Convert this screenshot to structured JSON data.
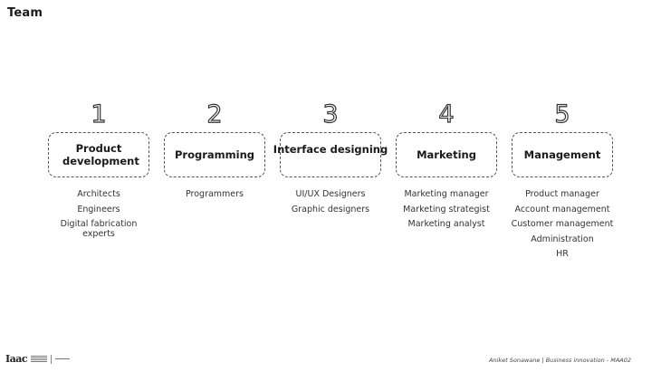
{
  "slide": {
    "title": "Team",
    "columns": [
      {
        "number": "1",
        "heading": "Product development",
        "members": [
          "Architects",
          "Engineers",
          "Digital fabrication experts"
        ]
      },
      {
        "number": "2",
        "heading": "Programming",
        "members": [
          "Programmers"
        ]
      },
      {
        "number": "3",
        "heading": "Interface designing",
        "members": [
          "UI/UX Designers",
          "Graphic designers"
        ]
      },
      {
        "number": "4",
        "heading": "Marketing",
        "members": [
          "Marketing manager",
          "Marketing strategist",
          "Marketing analyst"
        ]
      },
      {
        "number": "5",
        "heading": "Management",
        "members": [
          "Product manager",
          "Account management",
          "Customer management",
          "Administration",
          "HR"
        ]
      }
    ]
  },
  "footer": {
    "logo_text": "Iaac",
    "credit": "Aniket Sonawane | Business innovation - MAA02"
  }
}
